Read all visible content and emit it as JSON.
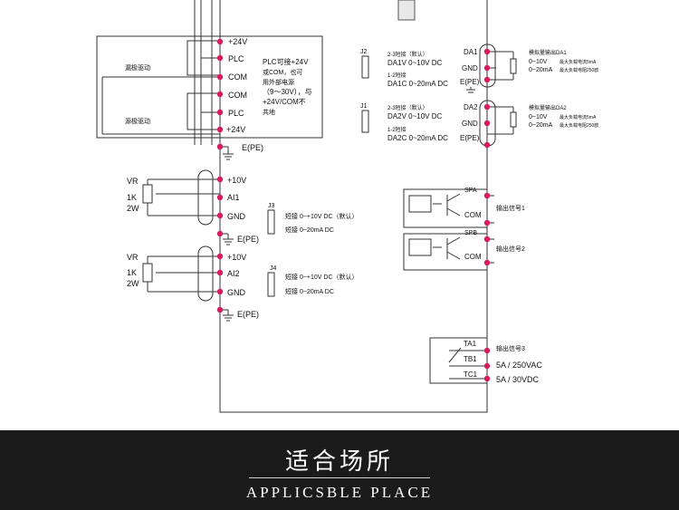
{
  "colors": {
    "terminal": "#d81b60",
    "line": "#333333",
    "banner_bg": "#1b1b1b",
    "banner_text": "#ffffff"
  },
  "plc": {
    "t1": "+24V",
    "t2": "PLC",
    "t3": "COM",
    "t4": "COM",
    "t5": "PLC",
    "t6": "+24V",
    "pe": "E(PE)",
    "drain": "漏极驱动",
    "source": "源极驱动",
    "note": [
      "PLC可接+24V",
      "或COM，也可",
      "用外部电源",
      "（9～30V），与",
      "+24V/COM不",
      "共地"
    ]
  },
  "ai1": {
    "vr": "VR",
    "r": "1K",
    "w": "2W",
    "t1": "+10V",
    "t2": "AI1",
    "t3": "GND",
    "pe": "E(PE)"
  },
  "ai2": {
    "vr": "VR",
    "r": "1K",
    "w": "2W",
    "t1": "+10V",
    "t2": "AI2",
    "t3": "GND",
    "pe": "E(PE)"
  },
  "j3": {
    "name": "J3",
    "l1": "短接 0~+10V   DC（默认）",
    "l2": "短接 0~20mA   DC"
  },
  "j4": {
    "name": "J4",
    "l1": "短接 0~+10V   DC（默认）",
    "l2": "短接 0~20mA   DC"
  },
  "j2": {
    "name": "J2",
    "l1": "2-3短接（默认）",
    "l2": "DA1V  0~10V  DC",
    "l3": "1-2短接",
    "l4": "DA1C  0~20mA DC"
  },
  "j1": {
    "name": "J1",
    "l1": "2-3短接（默认）",
    "l2": "DA2V  0~10V  DC",
    "l3": "1-2短接",
    "l4": "DA2C  0~20mA DC"
  },
  "da1": {
    "t1": "DA1",
    "t2": "GND",
    "t3": "E(PE)",
    "l1": "模拟量输出DA1",
    "l2": "0~10V",
    "l3": "最大负载电流5mA",
    "l4": "0~20mA",
    "l5": "最大负载电阻250欧"
  },
  "da2": {
    "t1": "DA2",
    "t2": "GND",
    "t3": "E(PE)",
    "l1": "模拟量输出DA2",
    "l2": "0~10V",
    "l3": "最大负载电流5mA",
    "l4": "0~20mA",
    "l5": "最大负载电阻250欧"
  },
  "spa": {
    "name": "SPA",
    "com": "COM",
    "label": "输出信号1"
  },
  "spb": {
    "name": "SPB",
    "com": "COM",
    "label": "输出信号2"
  },
  "relay": {
    "ta": "TA1",
    "tb": "TB1",
    "tc": "TC1",
    "label": "输出信号3",
    "r1": "5A / 250VAC",
    "r2": "5A / 30VDC"
  },
  "footer": {
    "title": "适合场所",
    "subtitle": "APPLICSBLE PLACE"
  }
}
